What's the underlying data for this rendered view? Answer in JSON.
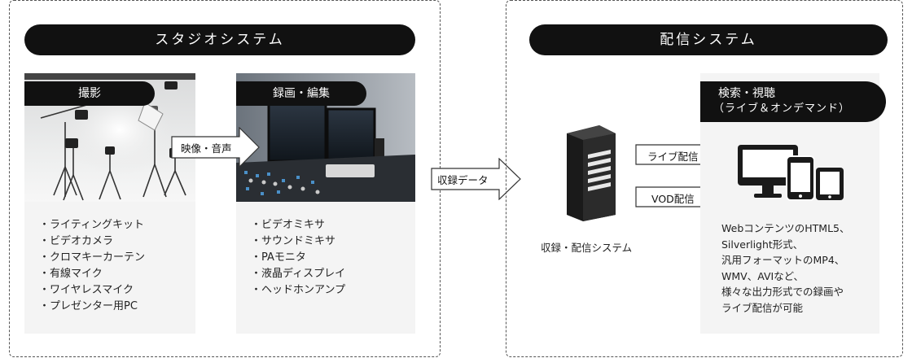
{
  "studio": {
    "title": "スタジオシステム",
    "shooting": {
      "label": "撮影",
      "items": [
        "・ライティングキット",
        "・ビデオカメラ",
        "・クロマキーカーテン",
        "・有線マイク",
        "・ワイヤレスマイク",
        "・プレゼンター用PC"
      ]
    },
    "editing": {
      "label": "録画・編集",
      "items": [
        "・ビデオミキサ",
        "・サウンドミキサ",
        "・PAモニタ",
        "・液晶ディスプレイ",
        "・ヘッドホンアンプ"
      ]
    },
    "av_arrow": "映像・音声"
  },
  "record_arrow": "収録データ",
  "distribution": {
    "title": "配信システム",
    "server_caption": "収録・配信システム",
    "live_arrow": "ライブ配信",
    "vod_arrow": "VOD配信",
    "viewing": {
      "label_line1": "検索・視聴",
      "label_line2": "（ライブ＆オンデマンド）",
      "description": "Webコンテンツの​HTML5、\nSilverlight形式、\n汎用フォーマットのMP4、\nWMV、AVIなど、\n様々な出力形式での録画や\nライブ配信が可能"
    }
  },
  "icons": {
    "server": "server-icon",
    "devices": "multi-device-icon"
  }
}
